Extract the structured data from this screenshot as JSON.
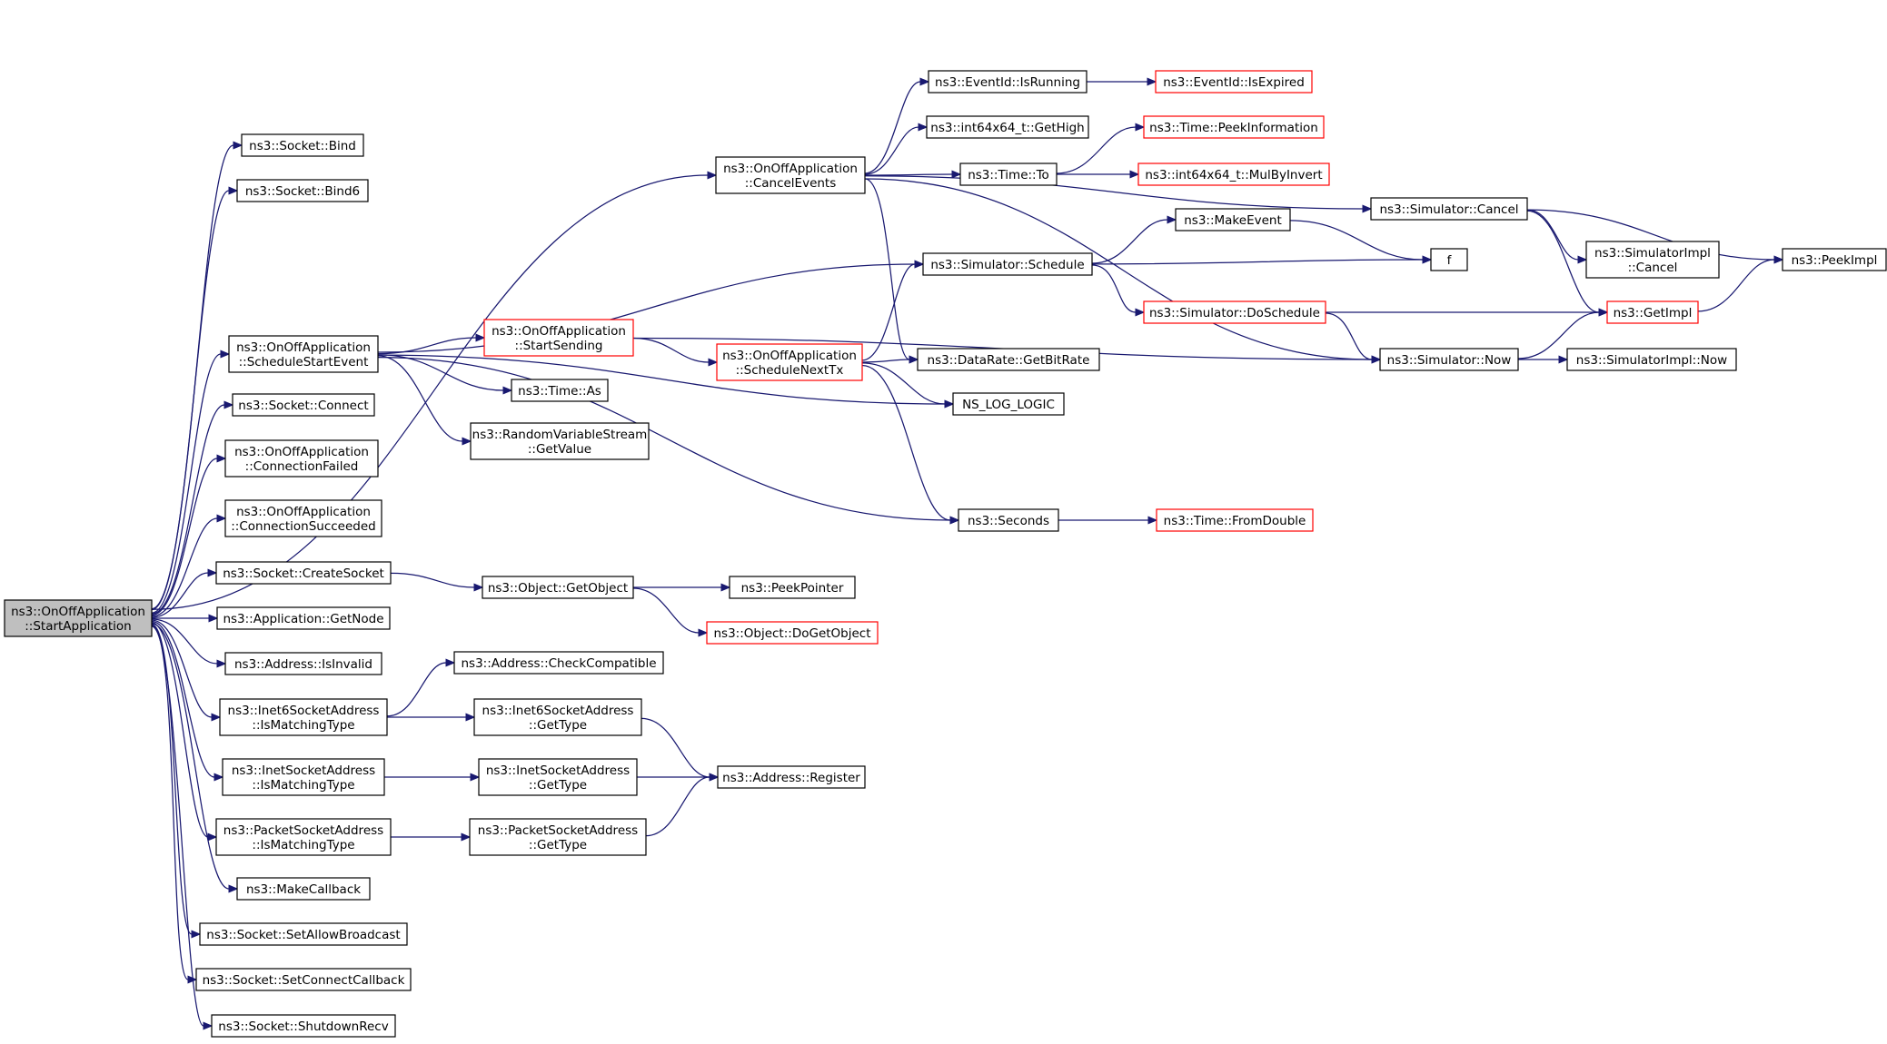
{
  "diagram": {
    "type": "call-graph",
    "colors": {
      "edge": "#191970",
      "border_normal": "#000000",
      "border_truncated": "#ff0000",
      "root_fill": "#bfbfbf",
      "node_fill": "#ffffff"
    },
    "nodes": [
      {
        "id": "root",
        "lines": [
          "ns3::OnOffApplication",
          "::StartApplication"
        ],
        "style": "root"
      },
      {
        "id": "bind",
        "lines": [
          "ns3::Socket::Bind"
        ],
        "style": "normal"
      },
      {
        "id": "bind6",
        "lines": [
          "ns3::Socket::Bind6"
        ],
        "style": "normal"
      },
      {
        "id": "cancelEvents",
        "lines": [
          "ns3::OnOffApplication",
          "::CancelEvents"
        ],
        "style": "normal"
      },
      {
        "id": "scheduleStartEvent",
        "lines": [
          "ns3::OnOffApplication",
          "::ScheduleStartEvent"
        ],
        "style": "normal"
      },
      {
        "id": "connect",
        "lines": [
          "ns3::Socket::Connect"
        ],
        "style": "normal"
      },
      {
        "id": "connFailed",
        "lines": [
          "ns3::OnOffApplication",
          "::ConnectionFailed"
        ],
        "style": "normal"
      },
      {
        "id": "connSucceeded",
        "lines": [
          "ns3::OnOffApplication",
          "::ConnectionSucceeded"
        ],
        "style": "normal"
      },
      {
        "id": "createSocket",
        "lines": [
          "ns3::Socket::CreateSocket"
        ],
        "style": "normal"
      },
      {
        "id": "getNode",
        "lines": [
          "ns3::Application::GetNode"
        ],
        "style": "normal"
      },
      {
        "id": "addrIsInvalid",
        "lines": [
          "ns3::Address::IsInvalid"
        ],
        "style": "normal"
      },
      {
        "id": "inet6Match",
        "lines": [
          "ns3::Inet6SocketAddress",
          "::IsMatchingType"
        ],
        "style": "normal"
      },
      {
        "id": "inetMatch",
        "lines": [
          "ns3::InetSocketAddress",
          "::IsMatchingType"
        ],
        "style": "normal"
      },
      {
        "id": "packetMatch",
        "lines": [
          "ns3::PacketSocketAddress",
          "::IsMatchingType"
        ],
        "style": "normal"
      },
      {
        "id": "makeCallback",
        "lines": [
          "ns3::MakeCallback"
        ],
        "style": "normal"
      },
      {
        "id": "setAllowBroadcast",
        "lines": [
          "ns3::Socket::SetAllowBroadcast"
        ],
        "style": "normal"
      },
      {
        "id": "setConnectCallback",
        "lines": [
          "ns3::Socket::SetConnectCallback"
        ],
        "style": "normal"
      },
      {
        "id": "shutdownRecv",
        "lines": [
          "ns3::Socket::ShutdownRecv"
        ],
        "style": "normal"
      },
      {
        "id": "startSending",
        "lines": [
          "ns3::OnOffApplication",
          "::StartSending"
        ],
        "style": "truncated"
      },
      {
        "id": "timeAs",
        "lines": [
          "ns3::Time::As"
        ],
        "style": "normal"
      },
      {
        "id": "rvsGetValue",
        "lines": [
          "ns3::RandomVariableStream",
          "::GetValue"
        ],
        "style": "normal"
      },
      {
        "id": "getObject",
        "lines": [
          "ns3::Object::GetObject"
        ],
        "style": "normal"
      },
      {
        "id": "addrCheckCompat",
        "lines": [
          "ns3::Address::CheckCompatible"
        ],
        "style": "normal"
      },
      {
        "id": "inet6GetType",
        "lines": [
          "ns3::Inet6SocketAddress",
          "::GetType"
        ],
        "style": "normal"
      },
      {
        "id": "inetGetType",
        "lines": [
          "ns3::InetSocketAddress",
          "::GetType"
        ],
        "style": "normal"
      },
      {
        "id": "packetGetType",
        "lines": [
          "ns3::PacketSocketAddress",
          "::GetType"
        ],
        "style": "normal"
      },
      {
        "id": "eventIsRunning",
        "lines": [
          "ns3::EventId::IsRunning"
        ],
        "style": "normal"
      },
      {
        "id": "int64GetHigh",
        "lines": [
          "ns3::int64x64_t::GetHigh"
        ],
        "style": "normal"
      },
      {
        "id": "timeTo",
        "lines": [
          "ns3::Time::To"
        ],
        "style": "normal"
      },
      {
        "id": "simSchedule",
        "lines": [
          "ns3::Simulator::Schedule"
        ],
        "style": "normal"
      },
      {
        "id": "scheduleNextTx",
        "lines": [
          "ns3::OnOffApplication",
          "::ScheduleNextTx"
        ],
        "style": "truncated"
      },
      {
        "id": "dataRateGetBitRate",
        "lines": [
          "ns3::DataRate::GetBitRate"
        ],
        "style": "normal"
      },
      {
        "id": "nsLogLogic",
        "lines": [
          "NS_LOG_LOGIC"
        ],
        "style": "normal"
      },
      {
        "id": "seconds",
        "lines": [
          "ns3::Seconds"
        ],
        "style": "normal"
      },
      {
        "id": "peekPointer",
        "lines": [
          "ns3::PeekPointer"
        ],
        "style": "normal"
      },
      {
        "id": "doGetObject",
        "lines": [
          "ns3::Object::DoGetObject"
        ],
        "style": "truncated"
      },
      {
        "id": "addrRegister",
        "lines": [
          "ns3::Address::Register"
        ],
        "style": "normal"
      },
      {
        "id": "eventIsExpired",
        "lines": [
          "ns3::EventId::IsExpired"
        ],
        "style": "truncated"
      },
      {
        "id": "timePeekInfo",
        "lines": [
          "ns3::Time::PeekInformation"
        ],
        "style": "truncated"
      },
      {
        "id": "int64MulByInvert",
        "lines": [
          "ns3::int64x64_t::MulByInvert"
        ],
        "style": "truncated"
      },
      {
        "id": "makeEvent",
        "lines": [
          "ns3::MakeEvent"
        ],
        "style": "normal"
      },
      {
        "id": "simDoSchedule",
        "lines": [
          "ns3::Simulator::DoSchedule"
        ],
        "style": "truncated"
      },
      {
        "id": "timeFromDouble",
        "lines": [
          "ns3::Time::FromDouble"
        ],
        "style": "truncated"
      },
      {
        "id": "simCancel",
        "lines": [
          "ns3::Simulator::Cancel"
        ],
        "style": "normal"
      },
      {
        "id": "f",
        "lines": [
          "f"
        ],
        "style": "normal"
      },
      {
        "id": "simNow",
        "lines": [
          "ns3::Simulator::Now"
        ],
        "style": "normal"
      },
      {
        "id": "simImplCancel",
        "lines": [
          "ns3::SimulatorImpl",
          "::Cancel"
        ],
        "style": "normal"
      },
      {
        "id": "getImpl",
        "lines": [
          "ns3::GetImpl"
        ],
        "style": "truncated"
      },
      {
        "id": "simImplNow",
        "lines": [
          "ns3::SimulatorImpl::Now"
        ],
        "style": "normal"
      },
      {
        "id": "peekImpl",
        "lines": [
          "ns3::PeekImpl"
        ],
        "style": "normal"
      }
    ],
    "edges": [
      [
        "root",
        "bind"
      ],
      [
        "root",
        "bind6"
      ],
      [
        "root",
        "cancelEvents"
      ],
      [
        "root",
        "scheduleStartEvent"
      ],
      [
        "root",
        "connect"
      ],
      [
        "root",
        "connFailed"
      ],
      [
        "root",
        "connSucceeded"
      ],
      [
        "root",
        "createSocket"
      ],
      [
        "root",
        "getNode"
      ],
      [
        "root",
        "addrIsInvalid"
      ],
      [
        "root",
        "inet6Match"
      ],
      [
        "root",
        "inetMatch"
      ],
      [
        "root",
        "packetMatch"
      ],
      [
        "root",
        "makeCallback"
      ],
      [
        "root",
        "setAllowBroadcast"
      ],
      [
        "root",
        "setConnectCallback"
      ],
      [
        "root",
        "shutdownRecv"
      ],
      [
        "cancelEvents",
        "eventIsRunning"
      ],
      [
        "cancelEvents",
        "int64GetHigh"
      ],
      [
        "cancelEvents",
        "timeTo"
      ],
      [
        "cancelEvents",
        "simCancel"
      ],
      [
        "cancelEvents",
        "dataRateGetBitRate"
      ],
      [
        "cancelEvents",
        "simNow"
      ],
      [
        "scheduleStartEvent",
        "simSchedule"
      ],
      [
        "scheduleStartEvent",
        "startSending"
      ],
      [
        "scheduleStartEvent",
        "timeAs"
      ],
      [
        "scheduleStartEvent",
        "rvsGetValue"
      ],
      [
        "scheduleStartEvent",
        "nsLogLogic"
      ],
      [
        "scheduleStartEvent",
        "seconds"
      ],
      [
        "startSending",
        "scheduleNextTx"
      ],
      [
        "startSending",
        "simNow"
      ],
      [
        "scheduleNextTx",
        "simSchedule"
      ],
      [
        "scheduleNextTx",
        "dataRateGetBitRate"
      ],
      [
        "scheduleNextTx",
        "nsLogLogic"
      ],
      [
        "scheduleNextTx",
        "seconds"
      ],
      [
        "createSocket",
        "getObject"
      ],
      [
        "getObject",
        "peekPointer"
      ],
      [
        "getObject",
        "doGetObject"
      ],
      [
        "inet6Match",
        "addrCheckCompat"
      ],
      [
        "inet6Match",
        "inet6GetType"
      ],
      [
        "inetMatch",
        "inetGetType"
      ],
      [
        "packetMatch",
        "packetGetType"
      ],
      [
        "inet6GetType",
        "addrRegister"
      ],
      [
        "inetGetType",
        "addrRegister"
      ],
      [
        "packetGetType",
        "addrRegister"
      ],
      [
        "eventIsRunning",
        "eventIsExpired"
      ],
      [
        "timeTo",
        "timePeekInfo"
      ],
      [
        "timeTo",
        "int64MulByInvert"
      ],
      [
        "simSchedule",
        "makeEvent"
      ],
      [
        "simSchedule",
        "f"
      ],
      [
        "simSchedule",
        "simDoSchedule"
      ],
      [
        "makeEvent",
        "f"
      ],
      [
        "simDoSchedule",
        "getImpl"
      ],
      [
        "simDoSchedule",
        "simNow"
      ],
      [
        "seconds",
        "timeFromDouble"
      ],
      [
        "simCancel",
        "simImplCancel"
      ],
      [
        "simCancel",
        "getImpl"
      ],
      [
        "simCancel",
        "peekImpl"
      ],
      [
        "simNow",
        "getImpl"
      ],
      [
        "simNow",
        "simImplNow"
      ],
      [
        "getImpl",
        "peekImpl"
      ]
    ]
  }
}
